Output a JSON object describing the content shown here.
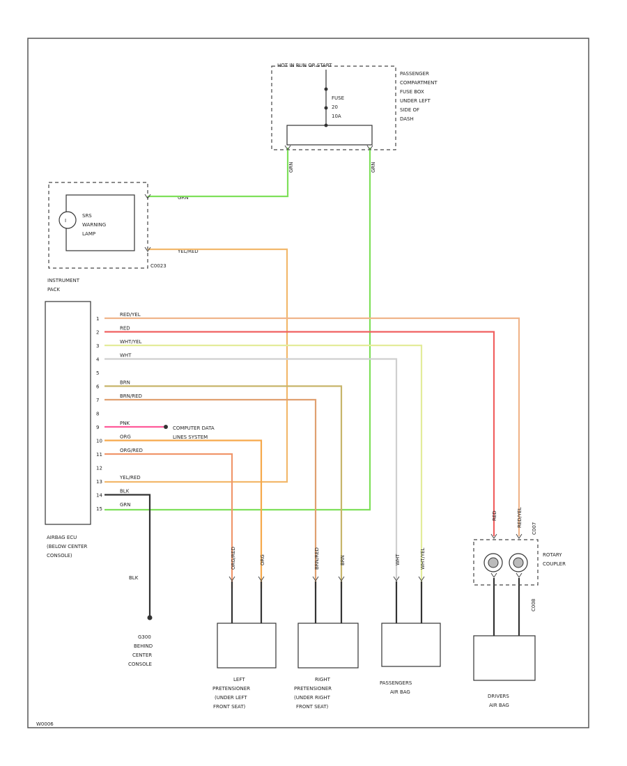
{
  "fuse_box": {
    "header": "HOT IN RUN OR START",
    "fuse_line1": "FUSE",
    "fuse_line2": "20",
    "fuse_line3": "10A",
    "location": [
      "PASSENGER",
      "COMPARTMENT",
      "FUSE BOX",
      "UNDER LEFT",
      "SIDE OF",
      "DASH"
    ],
    "wire_left": "GRN",
    "wire_right": "GRN"
  },
  "lamp": {
    "label": [
      "SRS",
      "WARNING",
      "LAMP"
    ],
    "connector": "C0023",
    "wire_top": "GRN",
    "wire_bottom": "YEL/RED"
  },
  "instrument_pack": {
    "label": [
      "INSTRUMENT",
      "PACK"
    ]
  },
  "ecu": {
    "label": [
      "AIRBAG ECU",
      "(BELOW CENTER",
      "CONSOLE)"
    ],
    "pins": [
      "1",
      "2",
      "3",
      "4",
      "5",
      "6",
      "7",
      "8",
      "9",
      "10",
      "11",
      "12",
      "13",
      "14",
      "15"
    ],
    "wires": [
      "RED/YEL",
      "RED",
      "WHT/YEL",
      "WHT",
      "",
      "BRN",
      "BRN/RED",
      "",
      "PNK",
      "ORG",
      "ORG/RED",
      "",
      "YEL/RED",
      "BLK",
      "GRN"
    ]
  },
  "data_link": "COMPUTER DATA LINES SYSTEM",
  "ground": {
    "wire": "BLK",
    "label": [
      "G300",
      "BEHIND",
      "CENTER",
      "CONSOLE"
    ]
  },
  "components": [
    {
      "label": [
        "LEFT",
        "PRETENSIONER",
        "(UNDER LEFT",
        "FRONT SEAT)"
      ],
      "wires": [
        "ORG/RED",
        "ORG"
      ]
    },
    {
      "label": [
        "RIGHT",
        "PRETENSIONER",
        "(UNDER RIGHT",
        "FRONT SEAT)"
      ],
      "wires": [
        "BRN/RED",
        "BRN"
      ]
    },
    {
      "label": [
        "PASSENGERS",
        "AIR BAG"
      ],
      "wires": [
        "WHT",
        "WHT/YEL"
      ]
    },
    {
      "label": [
        "DRIVERS",
        "AIR BAG"
      ],
      "wires": [
        "RED",
        "RED/YEL"
      ]
    }
  ],
  "rotary": {
    "label": [
      "ROTARY",
      "COUPLER"
    ],
    "conn_top": "C007",
    "conn_bottom": "C008"
  },
  "footer_code": "W0006",
  "colors": {
    "green": "#7ee05a",
    "yel_red": "#f2b86b",
    "red_yel": "#f0b48a",
    "red": "#f06060",
    "wht_yel": "#e3ec9a",
    "wht": "#cfcfcf",
    "brn": "#c7b56a",
    "brn_red": "#e0a070",
    "pnk": "#ff5a9a",
    "org": "#f6a84a",
    "org_red": "#f0966a",
    "blk": "#333333"
  }
}
